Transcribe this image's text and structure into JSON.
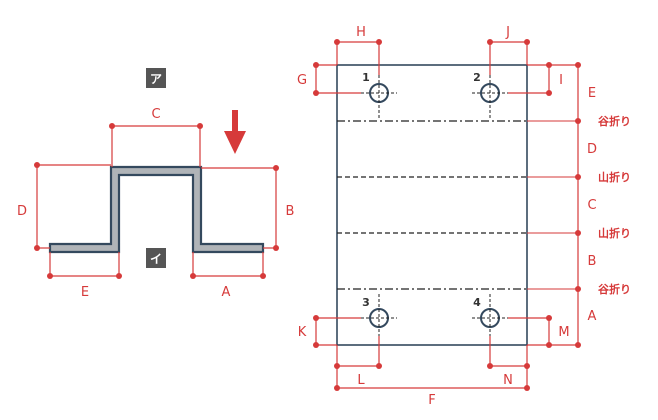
{
  "colors": {
    "dimension": "#d63a3a",
    "outline": "#34495e",
    "section_fill": "#b0b4b8",
    "badge": "#555555",
    "background": "#ffffff"
  },
  "left_view": {
    "badge_top": "ア",
    "badge_bottom": "イ",
    "arrow_icon": "down-arrow-icon",
    "labels": {
      "A": "A",
      "B": "B",
      "C": "C",
      "D": "D",
      "E": "E"
    }
  },
  "right_view": {
    "labels": {
      "A": "A",
      "B": "B",
      "C": "C",
      "D": "D",
      "E": "E",
      "F": "F",
      "G": "G",
      "H": "H",
      "I": "I",
      "J": "J",
      "K": "K",
      "L": "L",
      "M": "M",
      "N": "N"
    },
    "holes": [
      "1",
      "2",
      "3",
      "4"
    ],
    "fold_lines": [
      {
        "label": "谷折り",
        "style": "dash-dot"
      },
      {
        "label": "山折り",
        "style": "dashed"
      },
      {
        "label": "山折り",
        "style": "dashed"
      },
      {
        "label": "谷折り",
        "style": "dash-dot"
      }
    ]
  }
}
